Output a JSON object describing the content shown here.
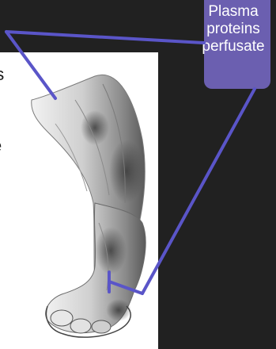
{
  "label": {
    "lines": [
      "Plasma",
      "proteins",
      "perfusate"
    ]
  },
  "cut_text": {
    "line1": "es",
    "line2": "e",
    "line3": "."
  },
  "colors": {
    "background": "#212121",
    "accent": "#6b5fb0",
    "line": "#5a55c8",
    "text_light": "#ffffff"
  }
}
